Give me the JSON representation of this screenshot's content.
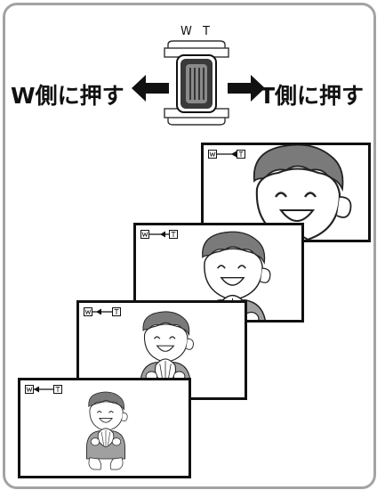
{
  "zoom_switch": {
    "w_label": "W",
    "t_label": "T"
  },
  "left_instruction": "W側に押す",
  "right_instruction": "T側に押す",
  "frames": [
    {
      "id": "frame-1",
      "zoom_level": "tele"
    },
    {
      "id": "frame-2",
      "zoom_level": "mid-tele"
    },
    {
      "id": "frame-3",
      "zoom_level": "mid-wide"
    },
    {
      "id": "frame-4",
      "zoom_level": "wide"
    }
  ],
  "colors": {
    "panel_border": "#a3a3a3",
    "switch_knob": "#3a3a3a",
    "baby_shirt": "#a0a0a0",
    "hair": "#7a7a7a"
  }
}
